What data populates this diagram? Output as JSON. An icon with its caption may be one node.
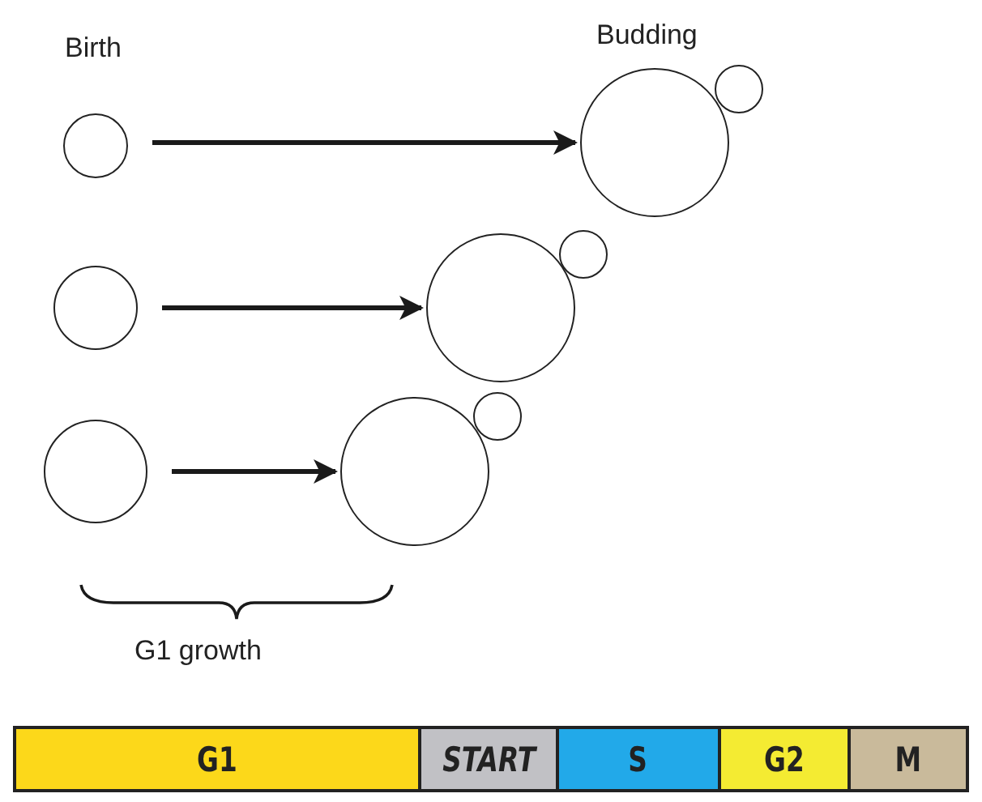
{
  "diagram": {
    "nodes": [
      {
        "text": [],
        "shape": "circle"
      },
      {
        "text": [],
        "shape": "circle"
      },
      {
        "text": [],
        "shape": "circle"
      },
      {
        "text": [],
        "shape": "circle"
      },
      {
        "text": [],
        "shape": "circle"
      },
      {
        "text": [],
        "shape": "circle"
      },
      {
        "text": [],
        "shape": "circle"
      },
      {
        "text": [],
        "shape": "circle"
      },
      {
        "text": [],
        "shape": "circle"
      },
      {
        "text": [
          "G1"
        ]
      },
      {
        "text": [
          "START"
        ]
      },
      {
        "text": [
          "S"
        ]
      },
      {
        "text": [
          "G2"
        ]
      },
      {
        "text": [
          "M"
        ]
      }
    ],
    "edges": [
      {
        "from": 0,
        "to": 1,
        "arrow": "to"
      },
      {
        "from": 3,
        "to": 4,
        "arrow": "to"
      },
      {
        "from": 6,
        "to": 7,
        "arrow": "to"
      }
    ],
    "labels": [
      "Birth",
      "Budding",
      "G1 growth"
    ]
  }
}
